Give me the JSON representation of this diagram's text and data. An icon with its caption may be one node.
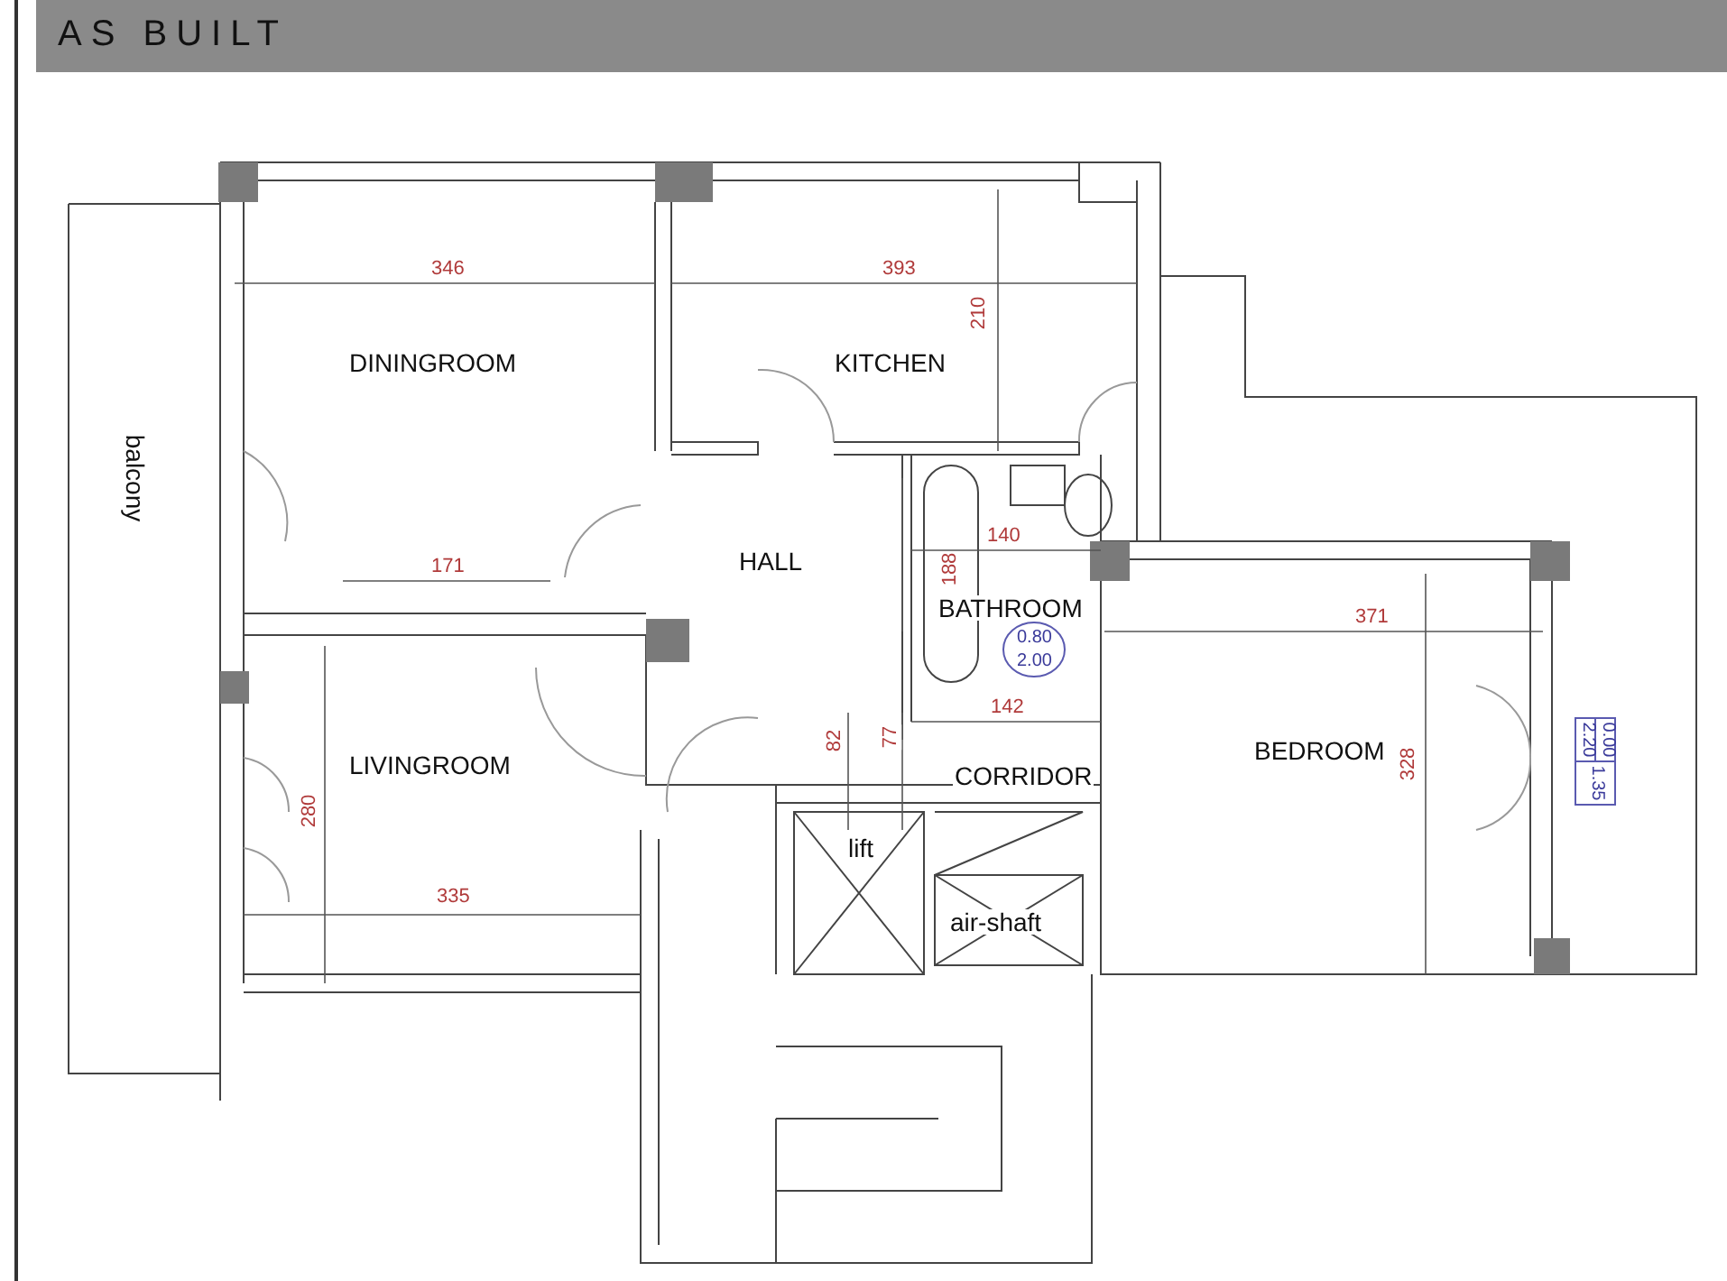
{
  "diagram": {
    "title": "AS BUILT",
    "labels": [
      "346",
      "393",
      "DININGROOM",
      "KITCHEN",
      "210",
      "balcony",
      "140",
      "171",
      "HALL",
      "188",
      "BATHROOM",
      "0.80",
      "2.00",
      "371",
      "82",
      "77",
      "142",
      "BEDROOM",
      "328",
      "2.20",
      "0.00",
      "1.35",
      "LIVINGROOM",
      "CORRIDOR",
      "280",
      "lift",
      "335",
      "air-shaft"
    ]
  }
}
